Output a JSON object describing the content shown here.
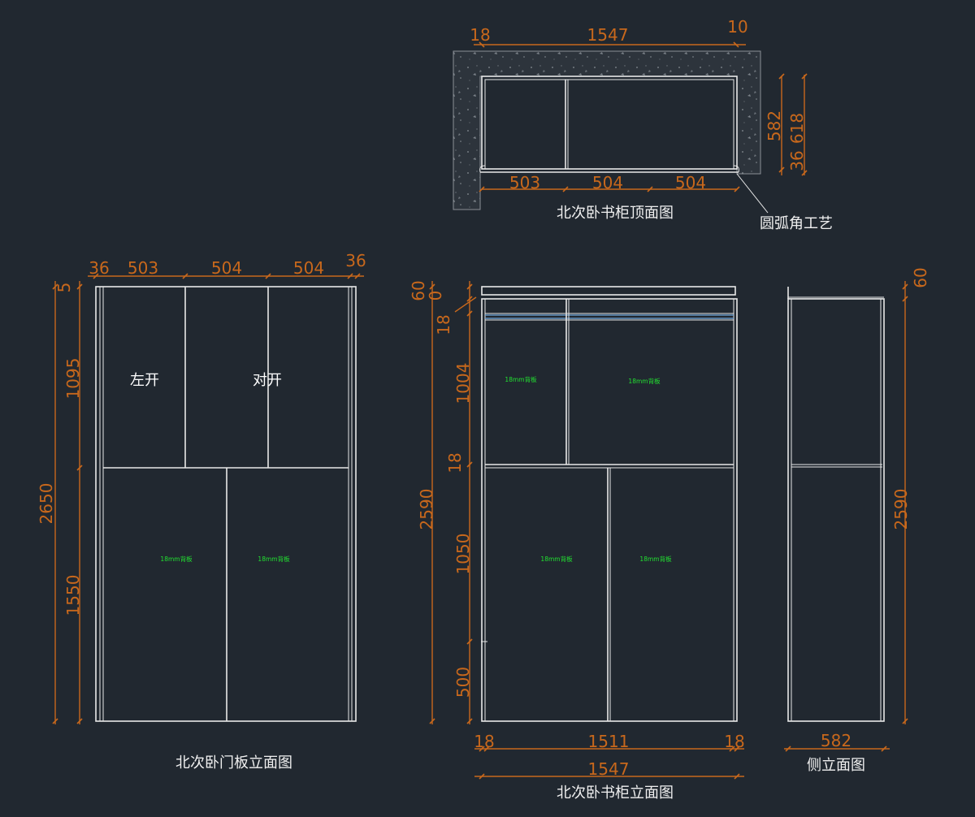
{
  "top_view": {
    "caption": "北次卧书柜顶面图",
    "callout": "圆弧角工艺",
    "dims": {
      "left": "18",
      "total": "1547",
      "right": "10",
      "c1": "503",
      "c2": "504",
      "c3": "504",
      "depth": "582",
      "depth_total": "618",
      "toe": "36"
    }
  },
  "door_elevation": {
    "caption": "北次卧门板立面图",
    "dims": {
      "left": "36",
      "w1": "503",
      "w2": "504",
      "w3": "504",
      "right": "36",
      "top": "5",
      "upper": "1095",
      "lower": "1550",
      "total": "2650"
    },
    "labels": {
      "left_door": "左开",
      "double_door": "对开"
    },
    "notes": [
      "18mm背板",
      "18mm背板"
    ]
  },
  "cabinet_elevation": {
    "caption": "北次卧书柜立面图",
    "dims": {
      "top60": "60",
      "zero": "0",
      "top18": "18",
      "h_upper": "1004",
      "mid18": "18",
      "total": "2590",
      "h_lower": "1050",
      "base": "500",
      "bl": "18",
      "inner": "1511",
      "br": "18",
      "outer": "1547"
    },
    "notes": [
      "18mm背板",
      "18mm背板",
      "18mm背板",
      "18mm背板"
    ]
  },
  "side_elevation": {
    "caption": "侧立面图",
    "dims": {
      "top": "60",
      "height": "2590",
      "depth": "582"
    }
  }
}
